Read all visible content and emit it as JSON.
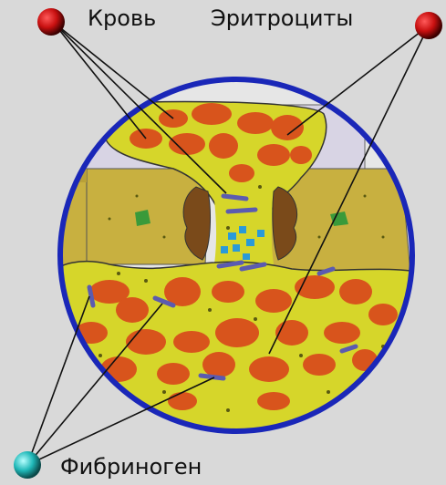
{
  "labels": {
    "blood": "Кровь",
    "erythrocytes": "Эритроциты",
    "fibrinogen": "Фибриноген"
  },
  "colors": {
    "background": "#d9d9d9",
    "circle_border": "#1a27b8",
    "plasma": "#d6d62a",
    "tissue": "#c8b040",
    "erythrocyte": "#d8541c",
    "fibrinogen": "#5b5bb0",
    "platelet": "#2a9ad8",
    "damaged_tissue": "#7a4a1a",
    "green_cells": "#3a9a3a",
    "vessel_wall": "#c8c0d8",
    "marker_red": "#c81010",
    "marker_cyan": "#20b8b8"
  }
}
